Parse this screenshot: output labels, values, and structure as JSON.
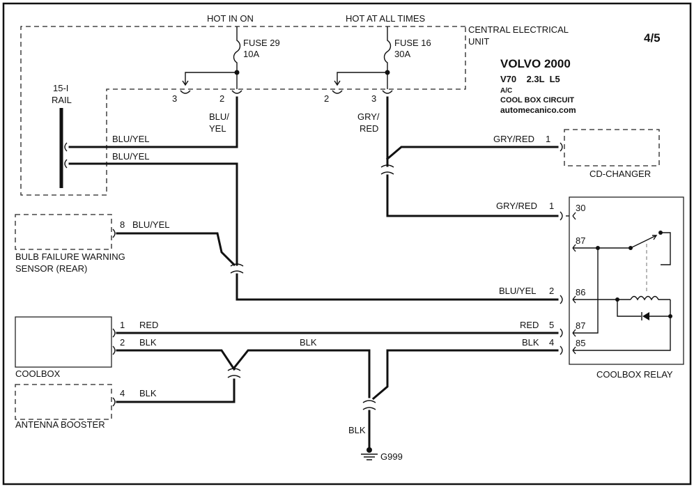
{
  "title": {
    "page_number": "4/5",
    "make_year": "VOLVO 2000",
    "model": "V70    2.3L  L5",
    "system": "A/C",
    "circuit": "COOL BOX CIRCUIT",
    "source": "automecanico.com"
  },
  "power": {
    "hot_in_on": "HOT IN ON",
    "hot_at_all_times": "HOT AT ALL TIMES",
    "cec_line1": "CENTRAL ELECTRICAL",
    "cec_line2": "UNIT",
    "fuse29_name": "FUSE 29",
    "fuse29_rating": "10A",
    "fuse16_name": "FUSE 16",
    "fuse16_rating": "30A",
    "pin_3a": "3",
    "pin_2a": "2",
    "pin_2b": "2",
    "pin_3b": "3"
  },
  "rail": {
    "line1": "15-I",
    "line2": "RAIL"
  },
  "wires": {
    "blu_yel_a1": "BLU/",
    "blu_yel_a2": "YEL",
    "gry_red_a1": "GRY/",
    "gry_red_a2": "RED",
    "blu_yel_top": "BLU/YEL",
    "blu_yel_second": "BLU/YEL",
    "gry_red_cd": "GRY/RED",
    "gry_red_relay": "GRY/RED",
    "blu_yel_bulb": "BLU/YEL",
    "blu_yel_relay": "BLU/YEL",
    "red_left": "RED",
    "red_right": "RED",
    "blk_left": "BLK",
    "blk_mid": "BLK",
    "blk_right": "BLK",
    "blk_ant": "BLK",
    "blk_ground": "BLK"
  },
  "components": {
    "cd_changer": "CD-CHANGER",
    "bulb_line1": "BULB FAILURE WARNING",
    "bulb_line2": "SENSOR (REAR)",
    "coolbox": "COOLBOX",
    "antenna": "ANTENNA BOOSTER",
    "relay": "COOLBOX RELAY",
    "ground": "G999"
  },
  "pins": {
    "cd_1": "1",
    "relay_1": "1",
    "relay_2": "2",
    "relay_5": "5",
    "relay_4": "4",
    "bulb_8": "8",
    "coolbox_1": "1",
    "coolbox_2": "2",
    "antenna_4": "4",
    "term_30": "30",
    "term_87a": "87",
    "term_86": "86",
    "term_87b": "87",
    "term_85": "85"
  }
}
